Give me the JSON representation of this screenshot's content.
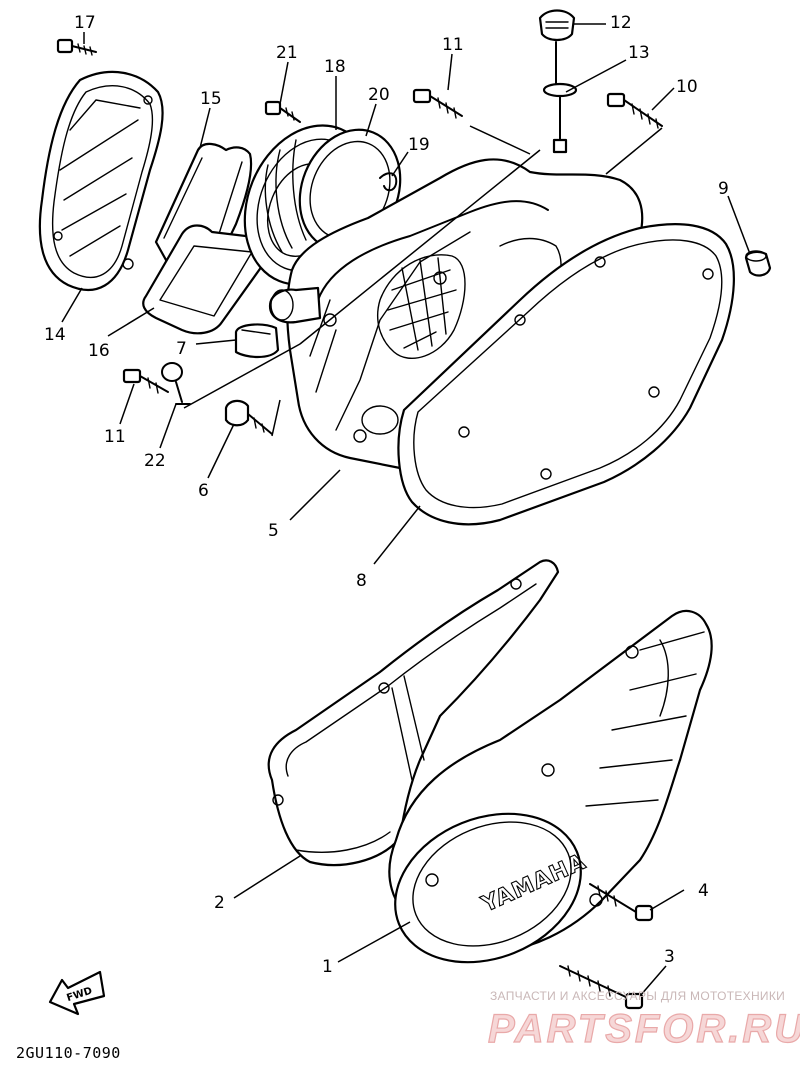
{
  "diagram_code": "2GU110-7090",
  "fwd_label": "FWD",
  "cover_brand": "YAMAHA",
  "watermark": {
    "caption": "ЗАПЧАСТИ И АКСЕССУАРЫ ДЛЯ МОТОТЕХНИКИ",
    "brand": "PARTSFOR.RU"
  },
  "callouts": [
    "1",
    "2",
    "3",
    "4",
    "5",
    "6",
    "7",
    "8",
    "9",
    "10",
    "11",
    "11",
    "12",
    "13",
    "14",
    "15",
    "16",
    "17",
    "18",
    "19",
    "20",
    "21",
    "22"
  ],
  "colors": {
    "line": "#000000",
    "background": "#ffffff",
    "watermark": "#e9a9a9"
  }
}
